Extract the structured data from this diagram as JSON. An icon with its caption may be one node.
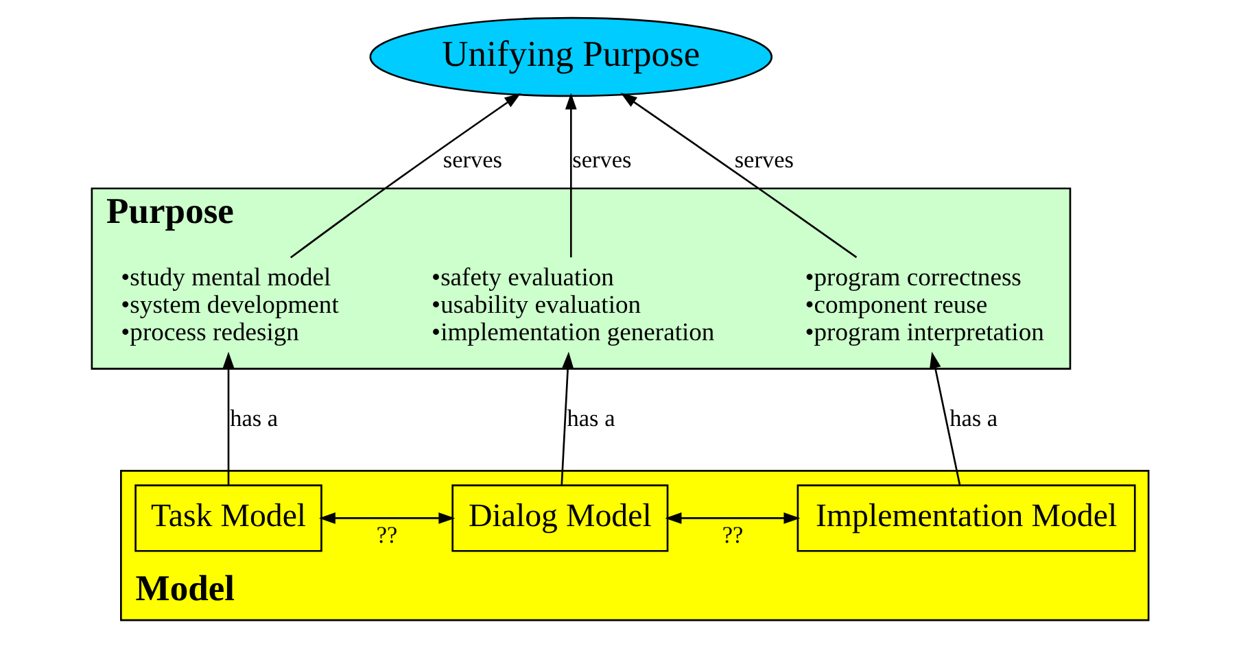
{
  "diagram": {
    "nodes": [
      {
        "text": [
          "Unifying Purpose"
        ]
      },
      {
        "text": [
          "Purpose"
        ]
      },
      {
        "text": [
          "•study mental model",
          "•system development",
          "•process redesign"
        ],
        "in": 1
      },
      {
        "text": [
          "•safety evaluation",
          "•usability evaluation",
          "•implementation generation"
        ],
        "in": 1
      },
      {
        "text": [
          "•program correctness",
          "•component reuse",
          "•program interpretation"
        ],
        "in": 1
      },
      {
        "text": [
          "Model"
        ]
      },
      {
        "text": [
          "Task Model"
        ],
        "in": 5
      },
      {
        "text": [
          "Dialog Model"
        ],
        "in": 5
      },
      {
        "text": [
          "Implementation Model"
        ],
        "in": 5
      }
    ],
    "edges": [
      {
        "from": 2,
        "to": 0,
        "arrow": "to",
        "label": "serves"
      },
      {
        "from": 3,
        "to": 0,
        "arrow": "to",
        "label": "serves"
      },
      {
        "from": 4,
        "to": 0,
        "arrow": "to",
        "label": "serves"
      },
      {
        "from": 6,
        "to": 2,
        "arrow": "to",
        "label": "has a"
      },
      {
        "from": 7,
        "to": 3,
        "arrow": "to",
        "label": "has a"
      },
      {
        "from": 8,
        "to": 4,
        "arrow": "to",
        "label": "has a"
      },
      {
        "from": 6,
        "to": 7,
        "arrow": "both",
        "label": "??"
      },
      {
        "from": 7,
        "to": 8,
        "arrow": "both",
        "label": "??"
      }
    ]
  }
}
